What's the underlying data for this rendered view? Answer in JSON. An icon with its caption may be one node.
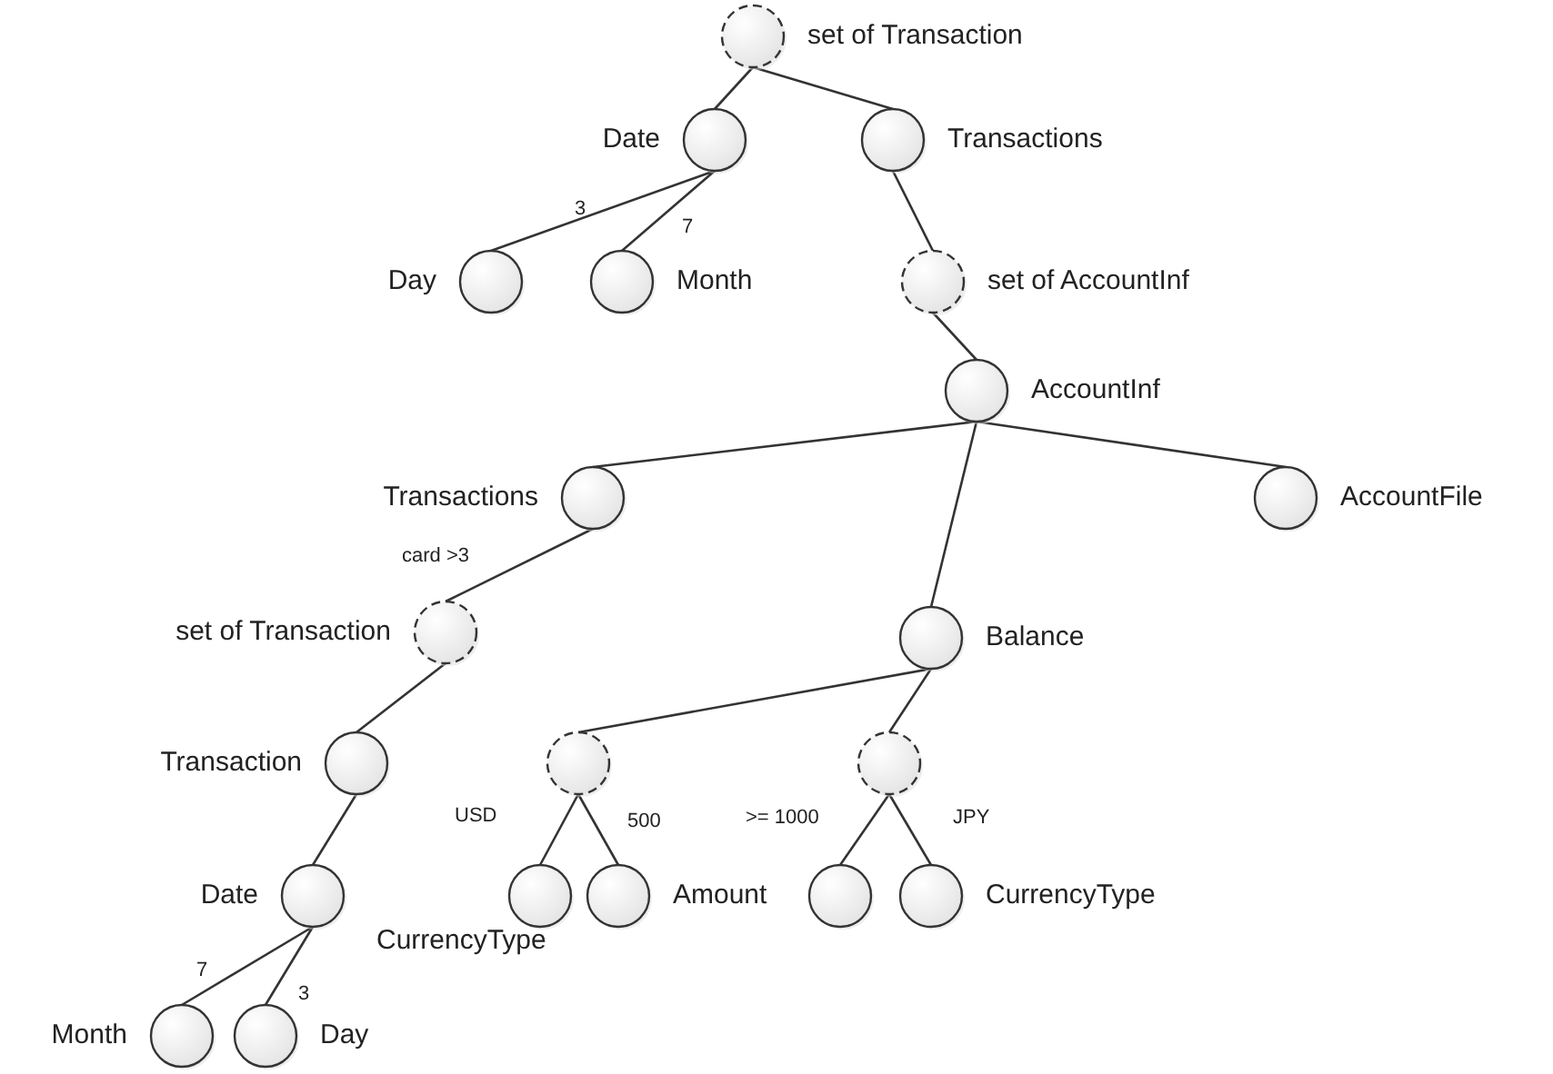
{
  "diagram": {
    "nodes": [
      {
        "text": [
          "set of Transaction"
        ]
      },
      {
        "text": [
          "Date"
        ]
      },
      {
        "text": [
          "Transactions"
        ]
      },
      {
        "text": [
          "Day"
        ]
      },
      {
        "text": [
          "Month"
        ]
      },
      {
        "text": [
          "set of AccountInf"
        ]
      },
      {
        "text": [
          "AccountInf"
        ]
      },
      {
        "text": [
          "Transactions"
        ]
      },
      {
        "text": [
          "AccountFile"
        ]
      },
      {
        "text": [
          "set of Transaction"
        ]
      },
      {
        "text": [
          "Balance"
        ]
      },
      {
        "text": [
          "Transaction"
        ]
      },
      {
        "text": [],
        "shape": "circle"
      },
      {
        "text": [],
        "shape": "circle"
      },
      {
        "text": [
          "Date"
        ]
      },
      {
        "text": [
          "CurrencyType"
        ]
      },
      {
        "text": [
          "Amount"
        ]
      },
      {
        "text": [],
        "shape": "circle"
      },
      {
        "text": [
          "CurrencyType"
        ]
      },
      {
        "text": [
          "Month"
        ]
      },
      {
        "text": [
          "Day"
        ]
      }
    ],
    "edges": [
      {
        "from": 0,
        "to": 1,
        "arrow": "none"
      },
      {
        "from": 0,
        "to": 2,
        "arrow": "none"
      },
      {
        "from": 1,
        "to": 3,
        "arrow": "none",
        "label": "3"
      },
      {
        "from": 1,
        "to": 4,
        "arrow": "none",
        "label": "7"
      },
      {
        "from": 2,
        "to": 5,
        "arrow": "none"
      },
      {
        "from": 5,
        "to": 6,
        "arrow": "none"
      },
      {
        "from": 6,
        "to": 7,
        "arrow": "none"
      },
      {
        "from": 6,
        "to": 8,
        "arrow": "none"
      },
      {
        "from": 6,
        "to": 10,
        "arrow": "none"
      },
      {
        "from": 7,
        "to": 9,
        "arrow": "none",
        "label": "card >3"
      },
      {
        "from": 9,
        "to": 11,
        "arrow": "none"
      },
      {
        "from": 10,
        "to": 12,
        "arrow": "none"
      },
      {
        "from": 10,
        "to": 13,
        "arrow": "none"
      },
      {
        "from": 11,
        "to": 14,
        "arrow": "none"
      },
      {
        "from": 12,
        "to": 15,
        "arrow": "none",
        "label": "USD"
      },
      {
        "from": 12,
        "to": 16,
        "arrow": "none",
        "label": "500"
      },
      {
        "from": 13,
        "to": 17,
        "arrow": "none",
        "label": ">= 1000"
      },
      {
        "from": 13,
        "to": 18,
        "arrow": "none",
        "label": "JPY"
      },
      {
        "from": 14,
        "to": 19,
        "arrow": "none",
        "label": "7"
      },
      {
        "from": 14,
        "to": 20,
        "arrow": "none",
        "label": "3"
      }
    ]
  }
}
